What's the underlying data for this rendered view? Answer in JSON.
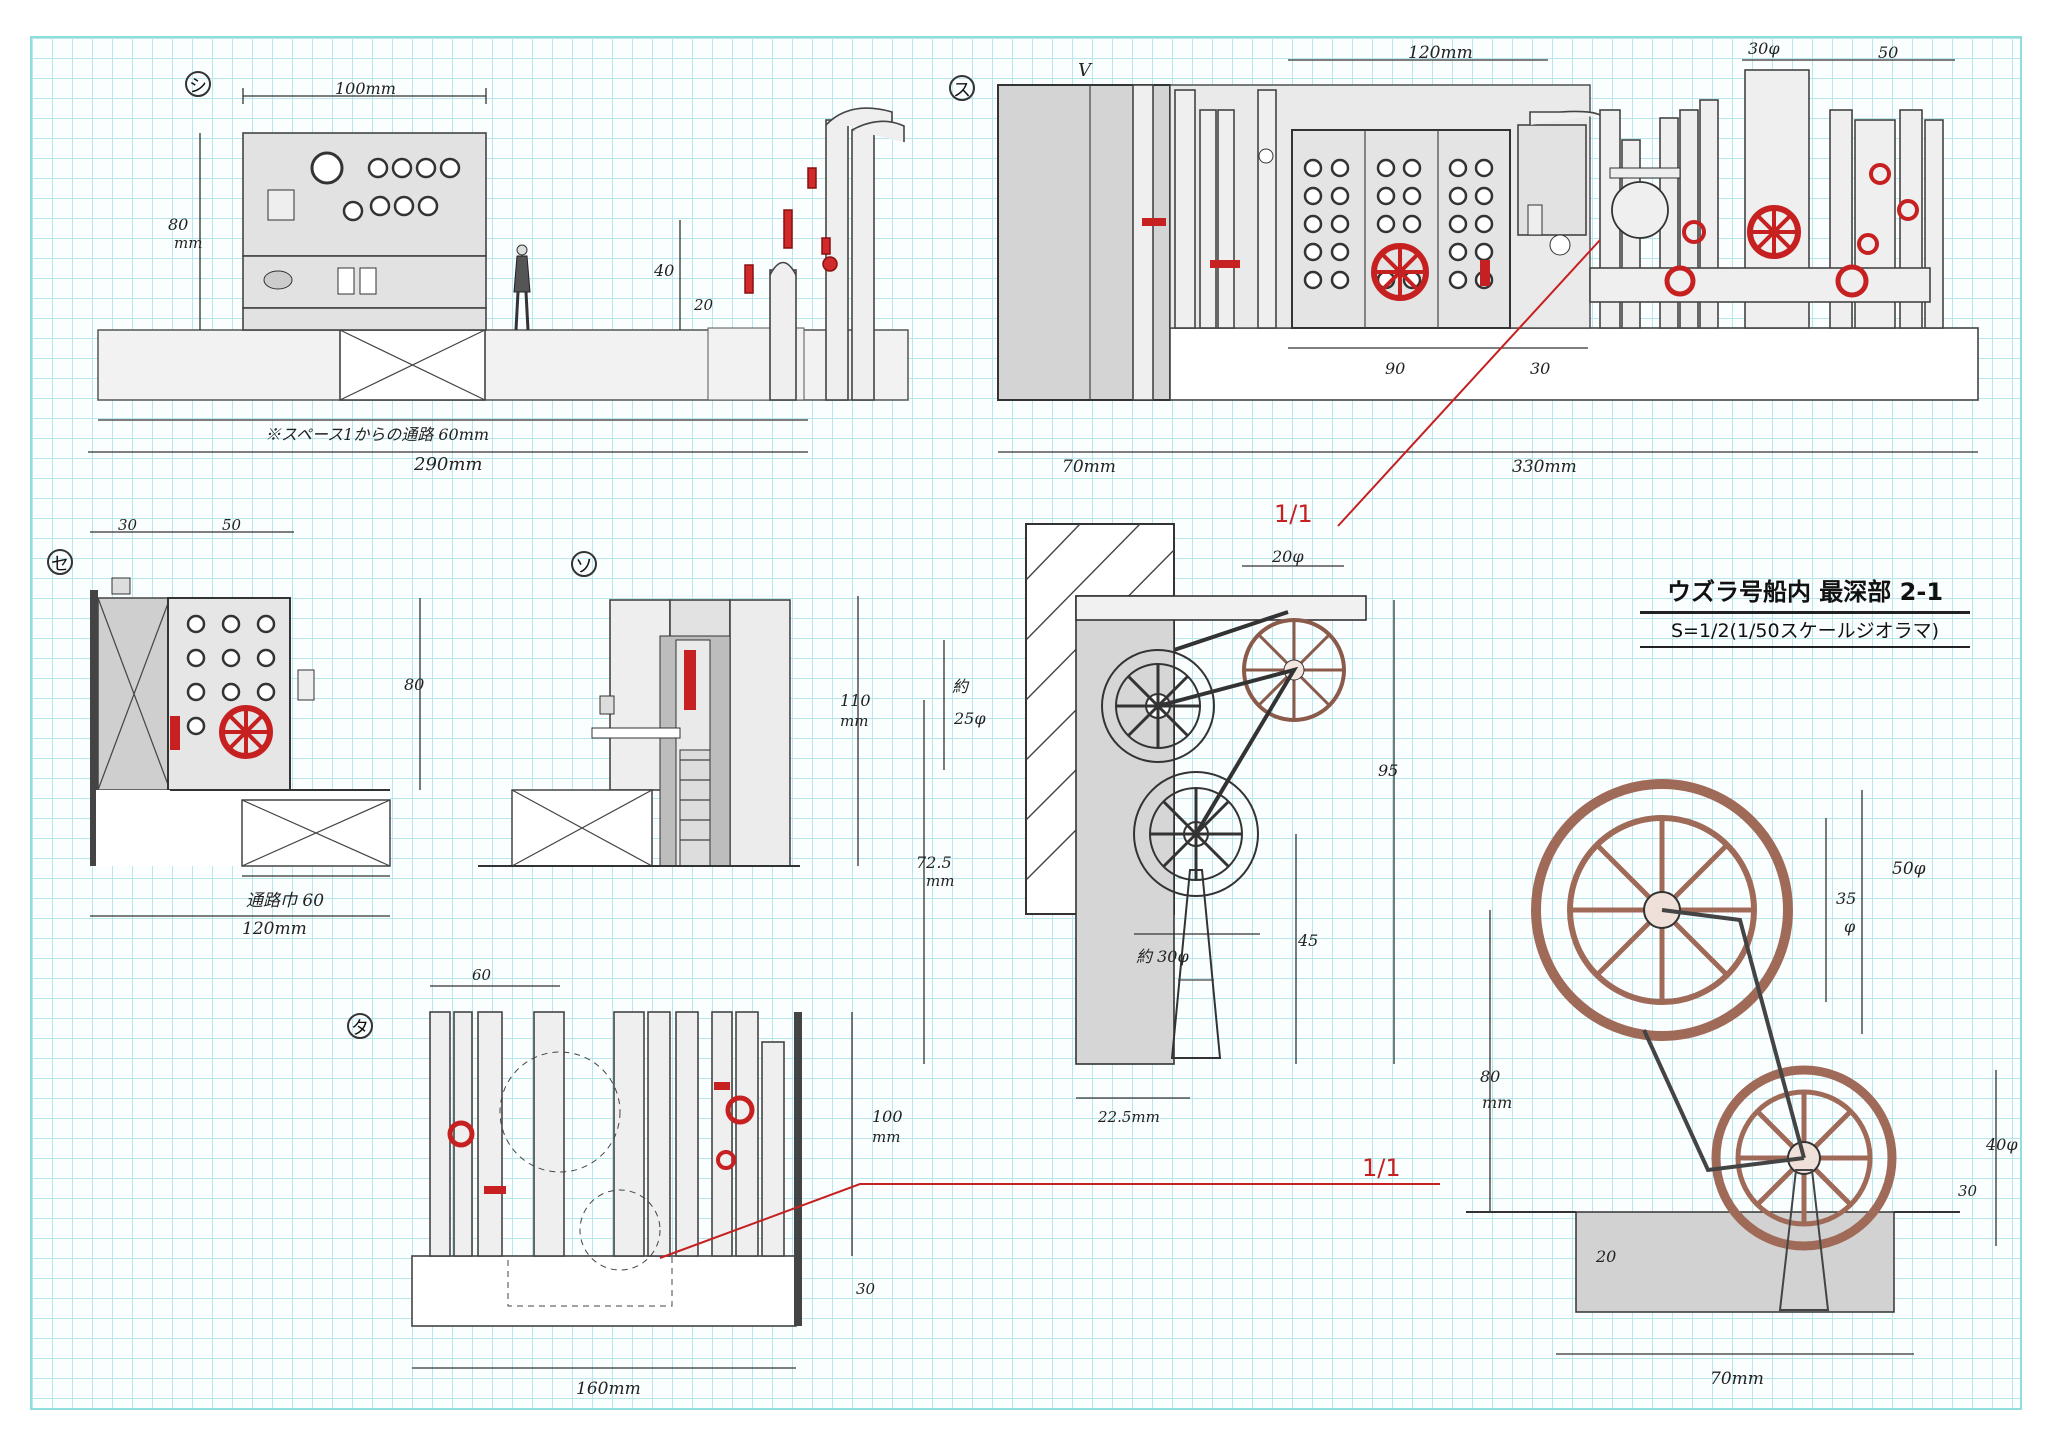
{
  "title": "ウズラ号船内 最深部 2-1",
  "subtitle": "S=1/2(1/50スケールジオラマ)",
  "views": {
    "shi": {
      "marker": "シ",
      "w100": "100mm",
      "h80": "80",
      "h80u": "mm",
      "d40": "40",
      "d20": "20",
      "note": "※スペース1からの通路 60mm",
      "total": "290mm"
    },
    "su": {
      "marker": "ス",
      "v": "V",
      "w120": "120mm",
      "d30phi": "30φ",
      "d50": "50",
      "d90": "90",
      "d30": "30",
      "w70": "70mm",
      "w330": "330mm"
    },
    "se": {
      "marker": "セ",
      "d30": "30",
      "d50": "50",
      "h80": "80",
      "passage": "通路巾 60",
      "w120": "120mm"
    },
    "so": {
      "marker": "ソ",
      "h110": "110",
      "h110u": "mm"
    },
    "ta": {
      "marker": "タ",
      "d60": "60",
      "h100": "100",
      "h100u": "mm",
      "d30": "30",
      "w160": "160mm"
    }
  },
  "gear_detail": {
    "scale_label": "1/1",
    "d20phi": "20φ",
    "about": "約",
    "d25phi": "25φ",
    "d95": "95",
    "d72_5": "72.5",
    "mm": "mm",
    "d45": "45",
    "about30phi": "約 30φ",
    "d22_5": "22.5mm"
  },
  "wheel_detail": {
    "scale_label": "1/1",
    "d50phi": "50φ",
    "d35": "35",
    "phi": "φ",
    "h80": "80",
    "h80u": "mm",
    "d40phi": "40φ",
    "d30": "30",
    "d20": "20",
    "w70": "70mm"
  },
  "colors": {
    "grid": "#b8e6ec",
    "valve": "#d02a2a",
    "wheel": "#a06a58",
    "leader": "#c62020"
  }
}
